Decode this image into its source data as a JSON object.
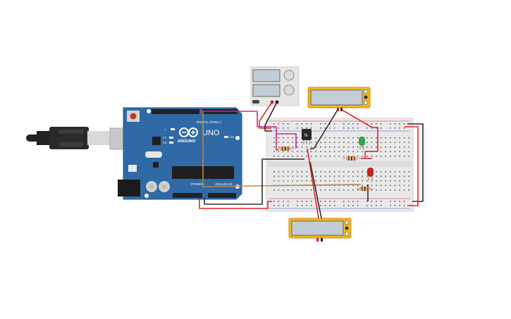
{
  "arduino": {
    "brand": "ARDUINO",
    "model": "UNO",
    "header_digital": "DIGITAL (PWM~)",
    "header_power": "POWER",
    "header_analog": "ANALOG IN",
    "led_tx": "TX",
    "led_rx": "RX",
    "led_l": "L",
    "led_on": "ON",
    "board_color": "#2f6aa6"
  },
  "transistor": {
    "label": "N"
  },
  "colors": {
    "wire_red": "#e0242b",
    "wire_black": "#2b2b2b",
    "wire_magenta": "#c8278f",
    "wire_orange": "#b8864a",
    "multimeter_body": "#f2b51f",
    "led_green": "#2ea64a",
    "led_red": "#c0261f"
  },
  "icons": {
    "usb_cable": "usb-cable-icon",
    "reset": "reset-button-icon"
  }
}
